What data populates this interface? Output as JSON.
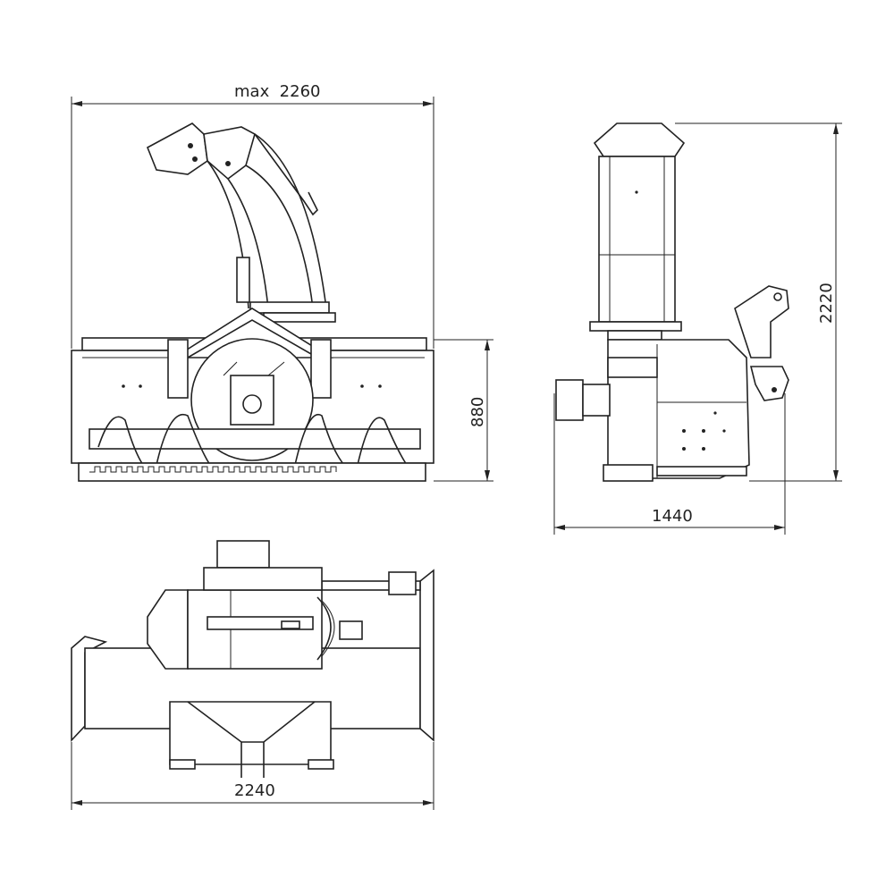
{
  "dimensions": {
    "front_width": "max  2260",
    "front_height": "880",
    "side_height": "2220",
    "side_width": "1440",
    "top_width": "2240"
  },
  "colors": {
    "line": "#222222",
    "background": "#ffffff"
  }
}
